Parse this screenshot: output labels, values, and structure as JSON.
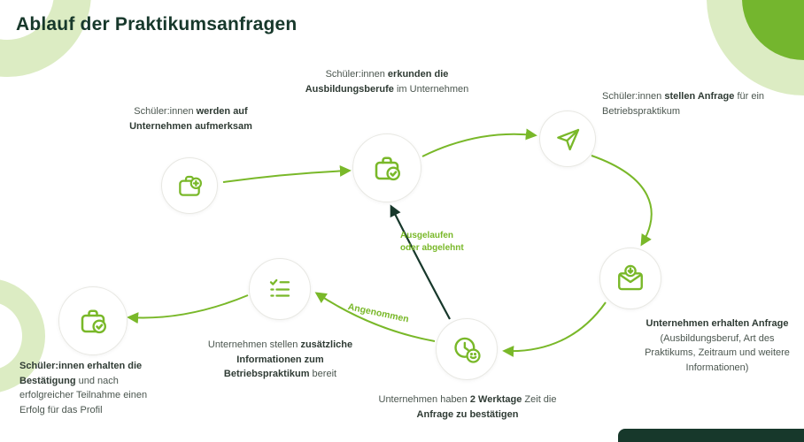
{
  "title": "Ablauf der Praktikumsanfragen",
  "colors": {
    "accent": "#79b829",
    "dark": "#17382b",
    "pale": "#dcecc3",
    "mid": "#74b62e",
    "text": "#4b564f",
    "text_bold": "#2f3b34"
  },
  "nodes": [
    {
      "id": "aufmerksam",
      "icon": "briefcase-plus-icon",
      "segments": [
        {
          "t": "Schüler:innen ",
          "b": false
        },
        {
          "t": "werden auf Unternehmen aufmerksam",
          "b": true
        }
      ]
    },
    {
      "id": "erkunden",
      "icon": "briefcase-check-icon",
      "segments": [
        {
          "t": "Schüler:innen ",
          "b": false
        },
        {
          "t": "erkunden die Ausbildungsberufe",
          "b": true
        },
        {
          "t": " im Unternehmen",
          "b": false
        }
      ]
    },
    {
      "id": "anfrage-stellen",
      "icon": "paper-plane-icon",
      "segments": [
        {
          "t": "Schüler:innen ",
          "b": false
        },
        {
          "t": "stellen Anfrage",
          "b": true
        },
        {
          "t": " für ein Betriebspraktikum",
          "b": false
        }
      ]
    },
    {
      "id": "anfrage-erhalten",
      "icon": "envelope-download-icon",
      "segments": [
        {
          "t": "Unternehmen erhalten Anfrage",
          "b": true
        },
        {
          "t": " (Ausbildungsberuf, Art des Praktikums, Zeitraum und weitere Informationen)",
          "b": false
        }
      ]
    },
    {
      "id": "werktage",
      "icon": "clock-smiley-icon",
      "segments": [
        {
          "t": "Unternehmen haben ",
          "b": false
        },
        {
          "t": "2 Werktage",
          "b": true
        },
        {
          "t": " Zeit die ",
          "b": false
        },
        {
          "t": "Anfrage zu bestätigen",
          "b": true
        }
      ]
    },
    {
      "id": "zusatzinfo",
      "icon": "checklist-icon",
      "segments": [
        {
          "t": "Unternehmen stellen ",
          "b": false
        },
        {
          "t": "zusätzliche Informationen zum Betriebspraktikum",
          "b": true
        },
        {
          "t": " bereit",
          "b": false
        }
      ]
    },
    {
      "id": "bestaetigung",
      "icon": "briefcase-check-icon",
      "segments": [
        {
          "t": "Schüler:innen erhalten die Bestätigung",
          "b": true
        },
        {
          "t": " und nach erfolgreicher Teilnahme einen Erfolg für das Profil",
          "b": false
        }
      ]
    }
  ],
  "edge_labels": {
    "declined": "Ausgelaufen oder abgelehnt",
    "accepted": "Angenommen"
  }
}
